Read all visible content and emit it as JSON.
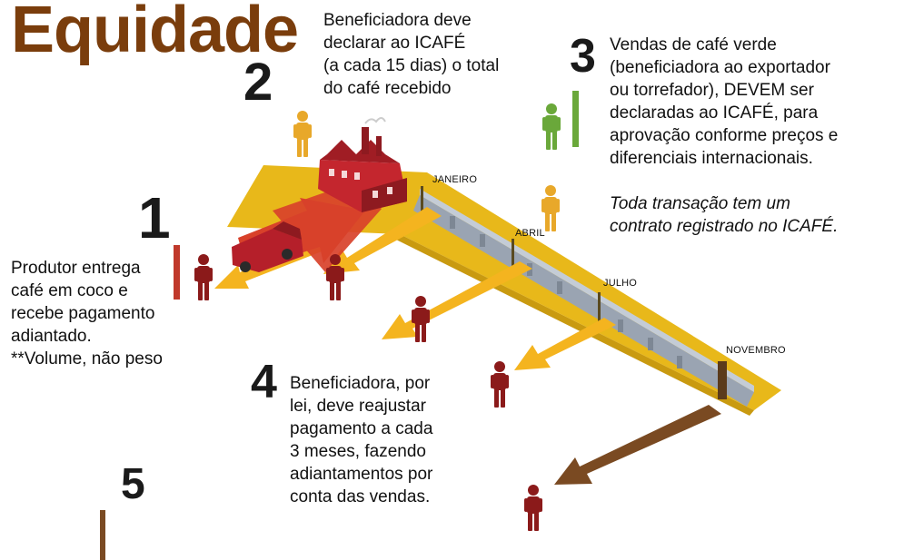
{
  "title": "Equidade",
  "steps": {
    "s1": {
      "number": "1",
      "text": "Produtor entrega\ncafé em coco e\nrecebe pagamento\nadiantado.\n**Volume, não peso"
    },
    "s2": {
      "number": "2",
      "text": "Beneficiadora deve\ndeclarar ao ICAFÉ\n(a cada 15 dias) o total\ndo café recebido"
    },
    "s3": {
      "number": "3",
      "text": "Vendas de café verde\n(beneficiadora ao exportador\nou torrefador), DEVEM ser\ndeclaradas ao ICAFÉ, para\naprovação conforme preços  e\ndiferenciais internacionais.",
      "italic": "Toda transação tem um\ncontrato registrado no ICAFÉ."
    },
    "s4": {
      "number": "4",
      "text": "Beneficiadora, por\nlei, deve reajustar\npagamento a cada\n3 meses, fazendo\nadiantamentos por\nconta das vendas."
    },
    "s5": {
      "number": "5"
    }
  },
  "months": [
    "JANEIRO",
    "ABRIL",
    "JULHO",
    "NOVEMBRO"
  ],
  "colors": {
    "title": "#7a3d0c",
    "conveyor": "#e8b81a",
    "arrow_red": "#d8412a",
    "arrow_yellow": "#f4b41f",
    "arrow_brown": "#7a4a22",
    "person_red": "#8b1a1a",
    "person_yellow": "#e8a82a",
    "person_green": "#6aa83a"
  }
}
